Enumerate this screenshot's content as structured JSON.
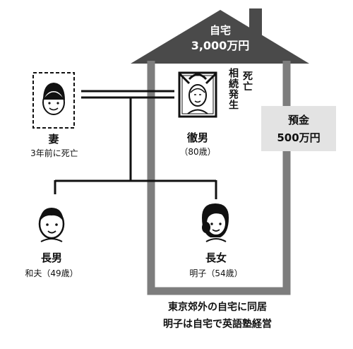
{
  "house": {
    "label_line1": "自宅",
    "label_line2": "3,000万円",
    "roof_color": "#4a4a4a",
    "wall_color": "#7d7d7d"
  },
  "deposit": {
    "label_line1": "預金",
    "label_line2": "500万円",
    "box_color": "#e3e3e3"
  },
  "deceased": {
    "name": "徹男",
    "age": "（80歳）",
    "tag_death": "死亡",
    "tag_inheritance": "相続発生"
  },
  "wife": {
    "name": "妻",
    "note": "3年前に死亡"
  },
  "son": {
    "title": "長男",
    "detail": "和夫（49歳）"
  },
  "daughter": {
    "title": "長女",
    "detail": "明子（54歳）"
  },
  "caption": {
    "line1": "東京郊外の自宅に同居",
    "line2": "明子は自宅で英語塾経営"
  }
}
